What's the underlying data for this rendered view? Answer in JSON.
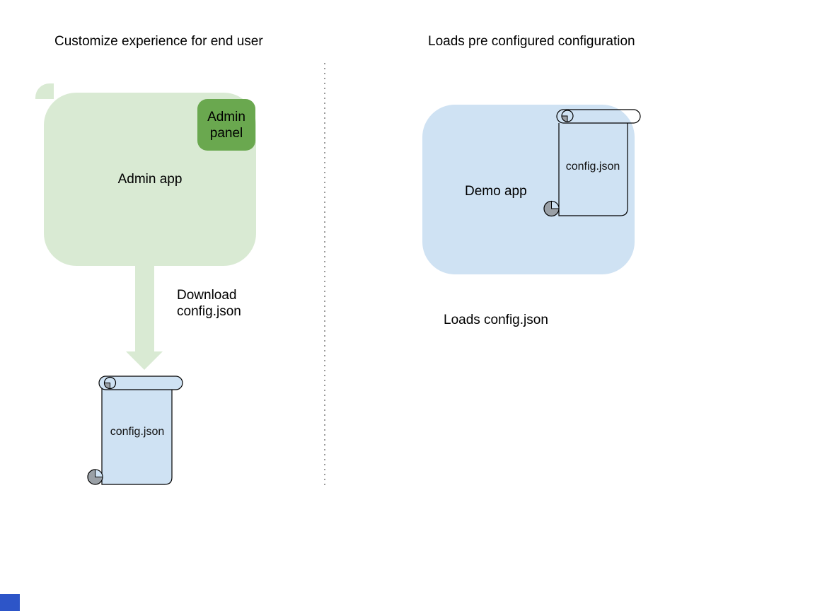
{
  "diagram": {
    "left": {
      "title": "Customize experience for end user",
      "admin_app_label": "Admin app",
      "admin_panel_label": "Admin panel",
      "arrow_caption": "Download config.json",
      "scroll_label": "config.json"
    },
    "right": {
      "title": "Loads pre configured configuration",
      "demo_app_label": "Demo app",
      "scroll_label": "config.json",
      "caption": "Loads config.json"
    },
    "colors": {
      "app_light_green": "#d9ead3",
      "panel_dark_green": "#6aa84f",
      "app_light_blue": "#cfe2f3",
      "scroll_fill_blue": "#cfe2f3",
      "curl_gray": "#9aa0a6",
      "shape_outline": "#000000",
      "divider_gray": "#8f8f8f",
      "corner_blue": "#2d55c8",
      "text": "#000000"
    }
  }
}
